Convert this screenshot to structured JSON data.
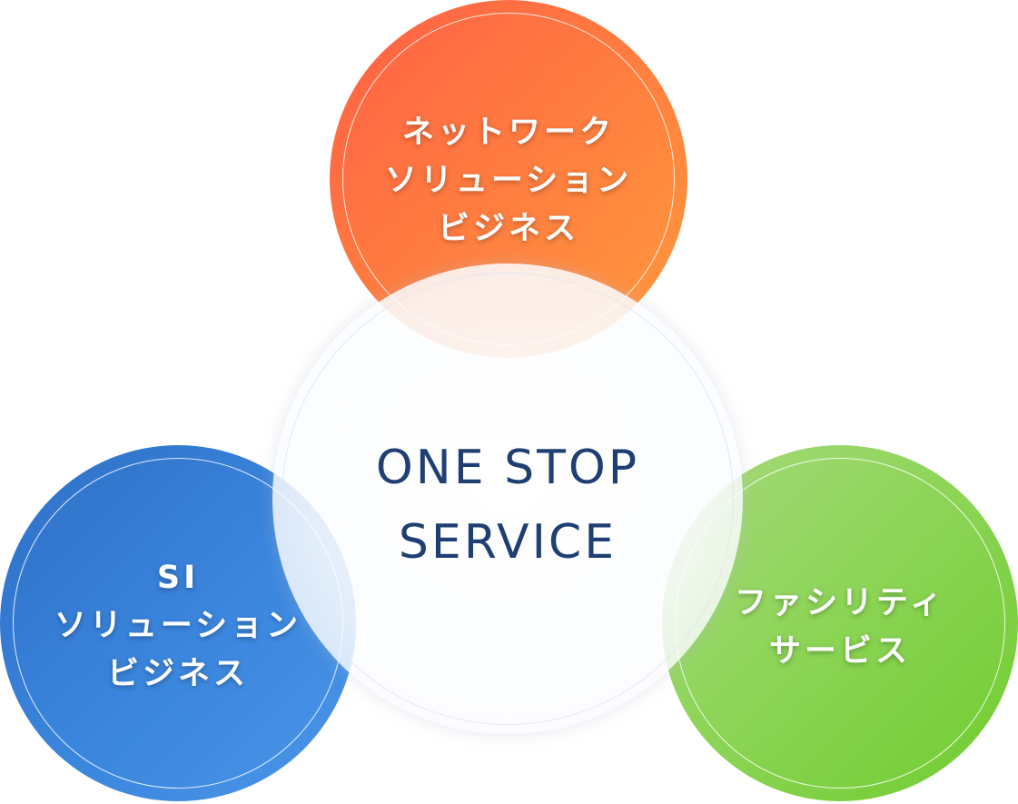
{
  "network": {
    "lines": [
      "ネットワーク",
      "ソリューション",
      "ビジネス"
    ],
    "color": "#ff7a40"
  },
  "center": {
    "lines": [
      "ONE STOP",
      "SERVICE"
    ],
    "color": "#1f3f72"
  },
  "si": {
    "lines": [
      "SI",
      "ソリューション",
      "ビジネス"
    ],
    "color": "#3b86de"
  },
  "facility": {
    "lines": [
      "ファシリティ",
      "サービス"
    ],
    "color": "#7fd042"
  }
}
